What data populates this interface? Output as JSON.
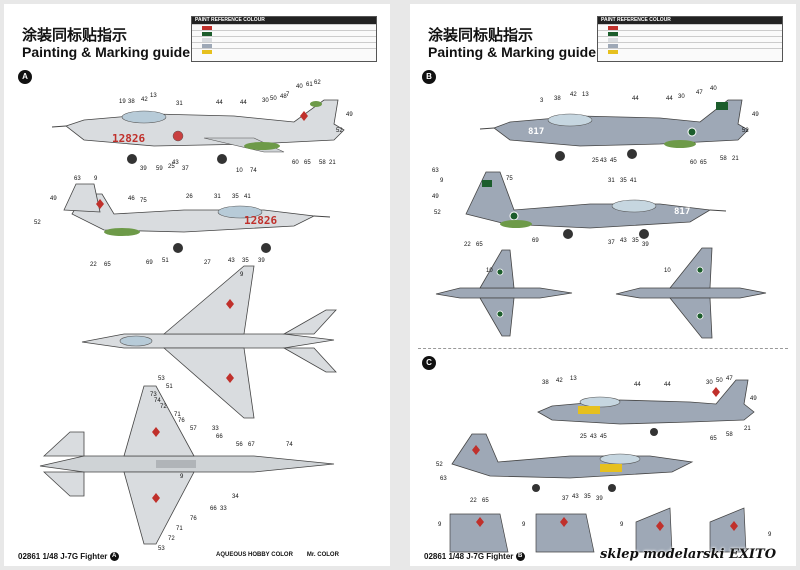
{
  "left_sheet": {
    "title_cn": "涂装同标贴指示",
    "title_en": "Painting & Marking guide",
    "ref_table_title": "PAINT REFERENCE COLOUR",
    "section_badge": "A",
    "serial": "12826",
    "footer": "02861 1/48  J-7G Fighter",
    "footer_badge": "A",
    "legend_aqueous": "AQUEOUS HOBBY COLOR",
    "legend_mr": "Mr. COLOR"
  },
  "right_sheet": {
    "title_cn": "涂装同标贴指示",
    "title_en": "Painting & Marking guide",
    "ref_table_title": "PAINT REFERENCE COLOUR",
    "section_badge_b": "B",
    "section_badge_c": "C",
    "serial": "817",
    "footer": "02861 1/48  J-7G Fighter",
    "footer_badge": "B"
  },
  "watermark": "sklep modelarski EXITO",
  "colors": {
    "silver": "#d9dcdf",
    "grey_blue": "#9ea8b6",
    "green": "#6d9a48",
    "red": "#c0302b",
    "pak_green": "#1c5d2c",
    "yellow": "#e6c01e"
  },
  "swatches": [
    "#c0302b",
    "#1c5d2c",
    "#d9dcdf",
    "#9ea8b6",
    "#e6c01e"
  ]
}
